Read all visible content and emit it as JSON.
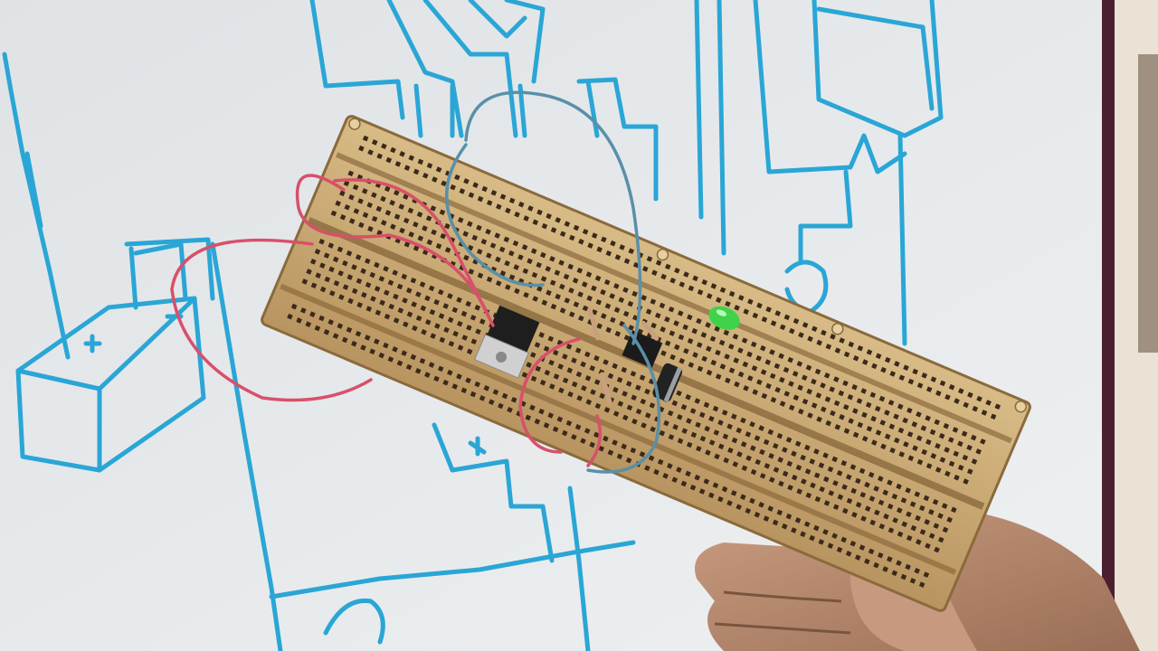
{
  "scene": {
    "subject": "breadboard",
    "components": [
      "voltage-regulator",
      "ic-chip",
      "electrolytic-capacitor",
      "green-led",
      "jumper-wires",
      "resistors"
    ],
    "background": "whiteboard-sketch",
    "colors": {
      "whiteboard": "#e8eaeb",
      "marker": "#2aa6d6",
      "breadboard": "#c9a873",
      "breadboard_dark": "#8a6a3c",
      "hole": "#3a2a1a",
      "wire_red": "#d8506a",
      "wire_blue": "#5a8fa8",
      "led": "#3ed34a",
      "hand": "#b58a6e",
      "frame": "#4a2030"
    }
  }
}
